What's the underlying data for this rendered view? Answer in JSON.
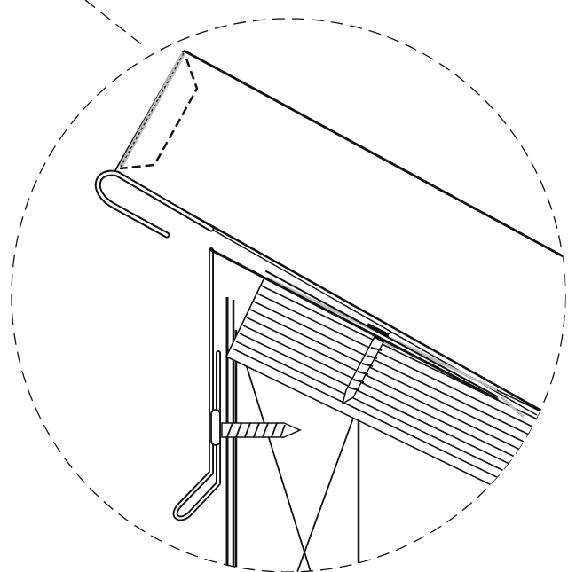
{
  "drawing": {
    "kind": "roof-eave-flashing-detail",
    "colors": {
      "line": "#111111",
      "background": "#ffffff",
      "sealant_highlight": "#bbbbbb"
    },
    "components": [
      "detail-circle",
      "leader-line",
      "roof-panel",
      "closure-strip",
      "roof-deck-boards",
      "eave-flashing",
      "wall-sheathing",
      "wall-framing",
      "wood-screw-horizontal",
      "wood-screw-angled"
    ]
  }
}
